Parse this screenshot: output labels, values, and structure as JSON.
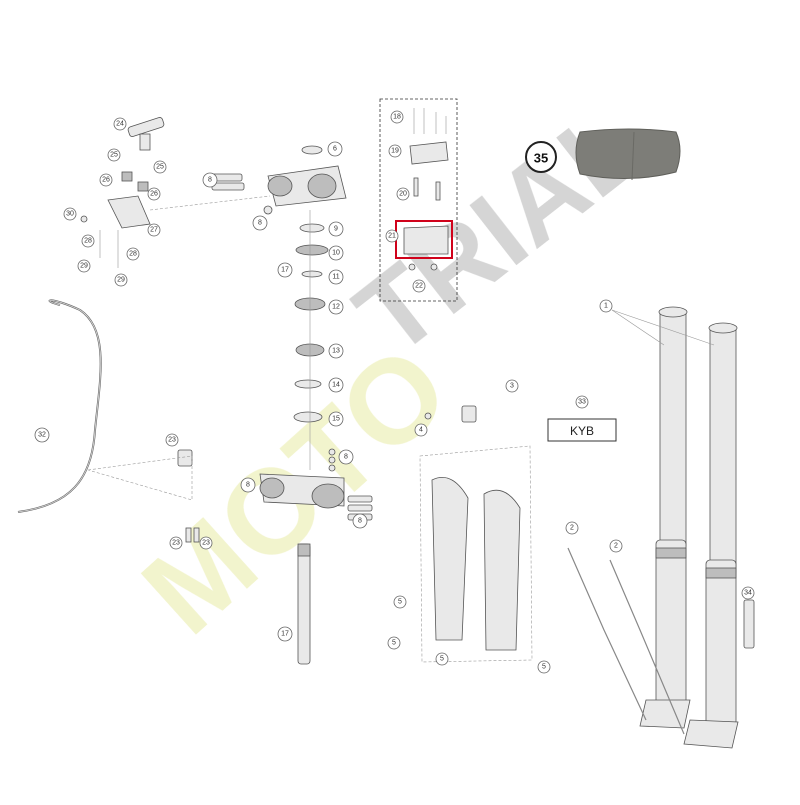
{
  "callouts": {
    "c1": "1",
    "c2": "2",
    "c3": "3",
    "c4": "4",
    "c5": "5",
    "c6": "6",
    "c8": "8",
    "c9": "9",
    "c10": "10",
    "c11": "11",
    "c12": "12",
    "c13": "13",
    "c14": "14",
    "c15": "15",
    "c17": "17",
    "c18": "18",
    "c19": "19",
    "c20": "20",
    "c21": "21",
    "c22": "22",
    "c23": "23",
    "c24": "24",
    "c25": "25",
    "c26": "26",
    "c27": "27",
    "c28": "28",
    "c29": "29",
    "c30": "30",
    "c32": "32",
    "c33": "33",
    "c34": "34"
  },
  "highlight_number": "35",
  "kyb_label": "KYB",
  "watermark": "MOTOTRIAL",
  "colors": {
    "highlight_box": "#d0021b",
    "watermark_yellow": "#f1f3c8",
    "watermark_grey": "#9a9a9a",
    "pad": "#7d7d78"
  }
}
